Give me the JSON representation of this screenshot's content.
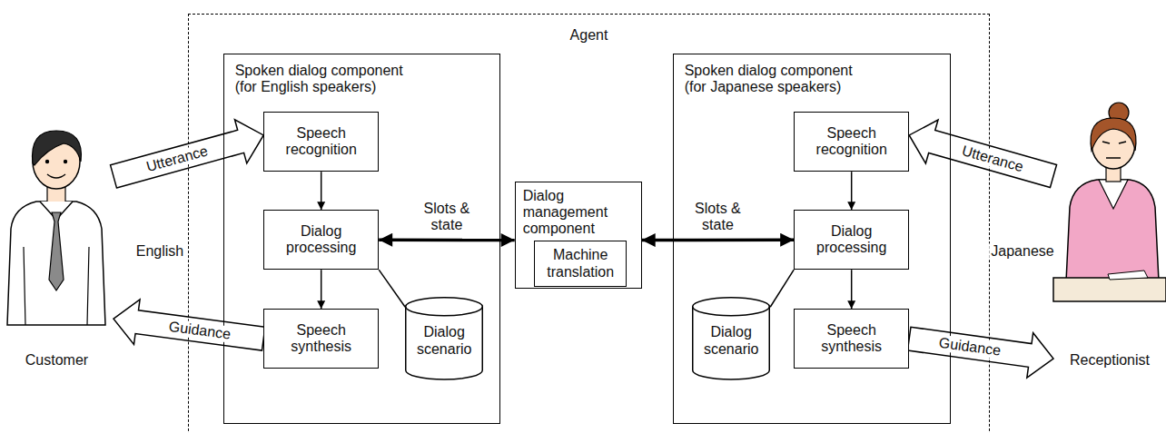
{
  "diagram": {
    "nodes": [
      {
        "text": [
          "Customer"
        ]
      },
      {
        "text": [
          "Agent"
        ]
      },
      {
        "text": [
          "Spoken dialog component (for English speakers)"
        ],
        "in": 1
      },
      {
        "text": [
          "Speech recognition"
        ],
        "in": 2
      },
      {
        "text": [
          "Dialog processing"
        ],
        "in": 2
      },
      {
        "text": [
          "Speech synthesis"
        ],
        "in": 2
      },
      {
        "text": [
          "Dialog scenario"
        ],
        "in": 2
      },
      {
        "text": [
          "Dialog management component"
        ],
        "in": 1
      },
      {
        "text": [
          "Machine translation"
        ],
        "in": 7
      },
      {
        "text": [
          "Spoken dialog component (for Japanese speakers)"
        ],
        "in": 1
      },
      {
        "text": [
          "Speech recognition"
        ],
        "in": 9
      },
      {
        "text": [
          "Dialog processing"
        ],
        "in": 9
      },
      {
        "text": [
          "Dialog scenario"
        ],
        "in": 9
      },
      {
        "text": [
          "Speech synthesis"
        ],
        "in": 9
      },
      {
        "text": [
          "Receptionist"
        ]
      }
    ],
    "edges": [
      {
        "from": 0,
        "to": 3,
        "label": "Utterance",
        "arrow": "to"
      },
      {
        "from": 5,
        "to": 0,
        "label": "Guidance",
        "arrow": "to"
      },
      {
        "from": 3,
        "to": 4,
        "arrow": "to"
      },
      {
        "from": 4,
        "to": 5,
        "arrow": "to"
      },
      {
        "from": 4,
        "to": 6,
        "arrow": "none"
      },
      {
        "from": 4,
        "to": 7,
        "label": "Slots & state",
        "arrow": "both"
      },
      {
        "from": 7,
        "to": 11,
        "label": "Slots & state",
        "arrow": "both"
      },
      {
        "from": 10,
        "to": 11,
        "arrow": "to"
      },
      {
        "from": 11,
        "to": 13,
        "arrow": "to"
      },
      {
        "from": 11,
        "to": 12,
        "arrow": "none"
      },
      {
        "from": 14,
        "to": 10,
        "label": "Utterance",
        "arrow": "to"
      },
      {
        "from": 13,
        "to": 14,
        "label": "Guidance",
        "arrow": "to"
      }
    ],
    "labels": [
      "English",
      "Japanese"
    ]
  }
}
